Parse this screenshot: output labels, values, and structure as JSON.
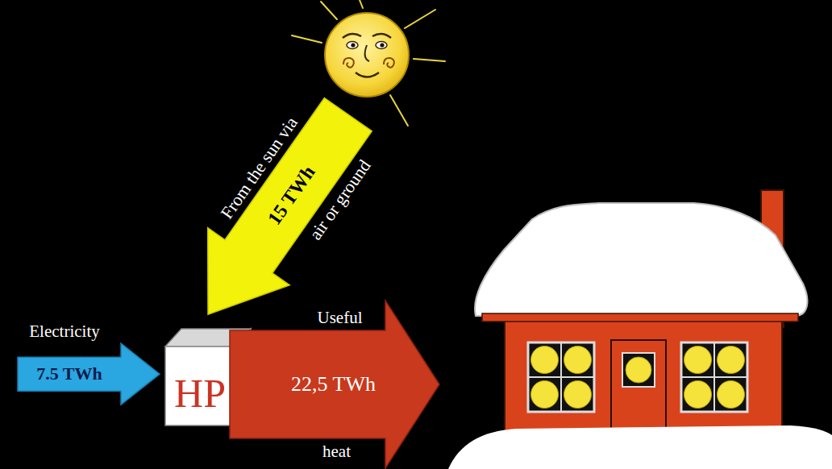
{
  "diagram": {
    "nodes": [
      {
        "text": [
          "From the sun via",
          "15 TWh",
          "air or ground"
        ]
      },
      {
        "text": [
          "Electricity",
          "7.5 TWh"
        ]
      },
      {
        "text": [
          "HP"
        ]
      },
      {
        "text": [
          "Useful",
          "22,5 TWh",
          "heat"
        ]
      }
    ]
  }
}
